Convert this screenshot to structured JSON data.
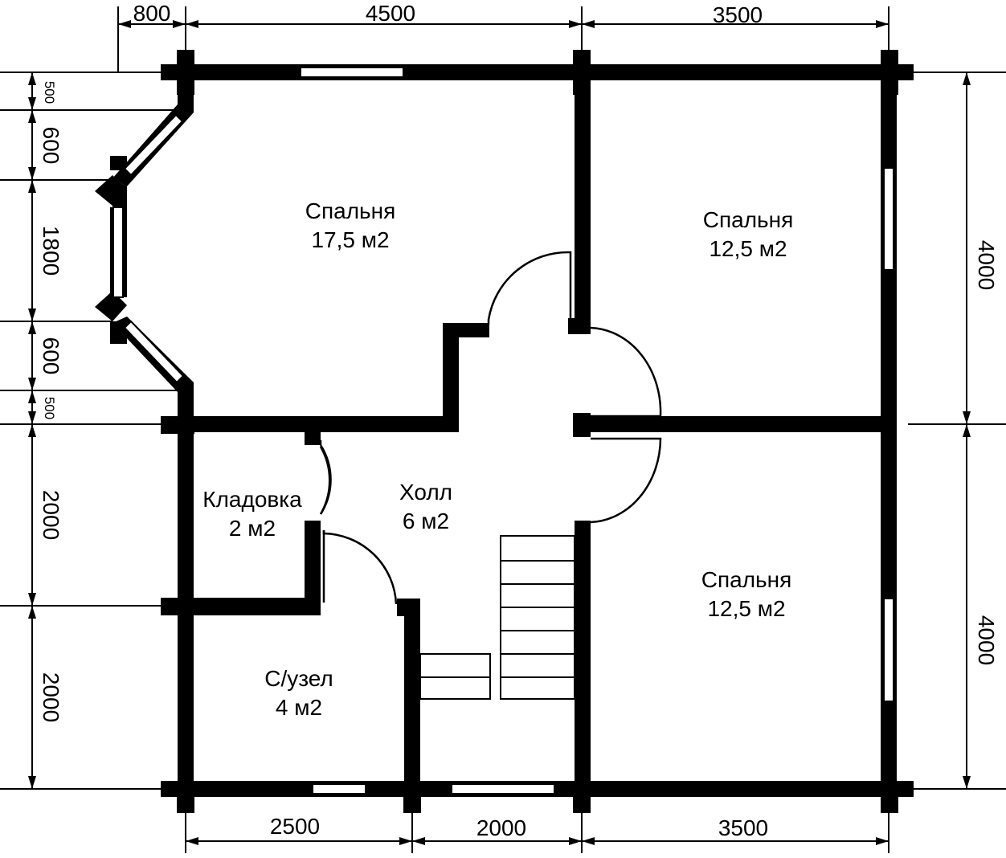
{
  "rooms": {
    "bedroom_main": {
      "name": "Спальня",
      "area": "17,5 м2"
    },
    "bedroom_top_right": {
      "name": "Спальня",
      "area": "12,5 м2"
    },
    "bedroom_bottom_right": {
      "name": "Спальня",
      "area": "12,5 м2"
    },
    "storage": {
      "name": "Кладовка",
      "area": "2 м2"
    },
    "hall": {
      "name": "Холл",
      "area": "6 м2"
    },
    "bathroom": {
      "name": "С/узел",
      "area": "4 м2"
    }
  },
  "dimensions": {
    "top": [
      "800",
      "4500",
      "3500"
    ],
    "bottom": [
      "2500",
      "2000",
      "3500"
    ],
    "left": [
      "500",
      "600",
      "1800",
      "600",
      "500",
      "2000",
      "2000"
    ],
    "right": [
      "4000",
      "4000"
    ]
  }
}
